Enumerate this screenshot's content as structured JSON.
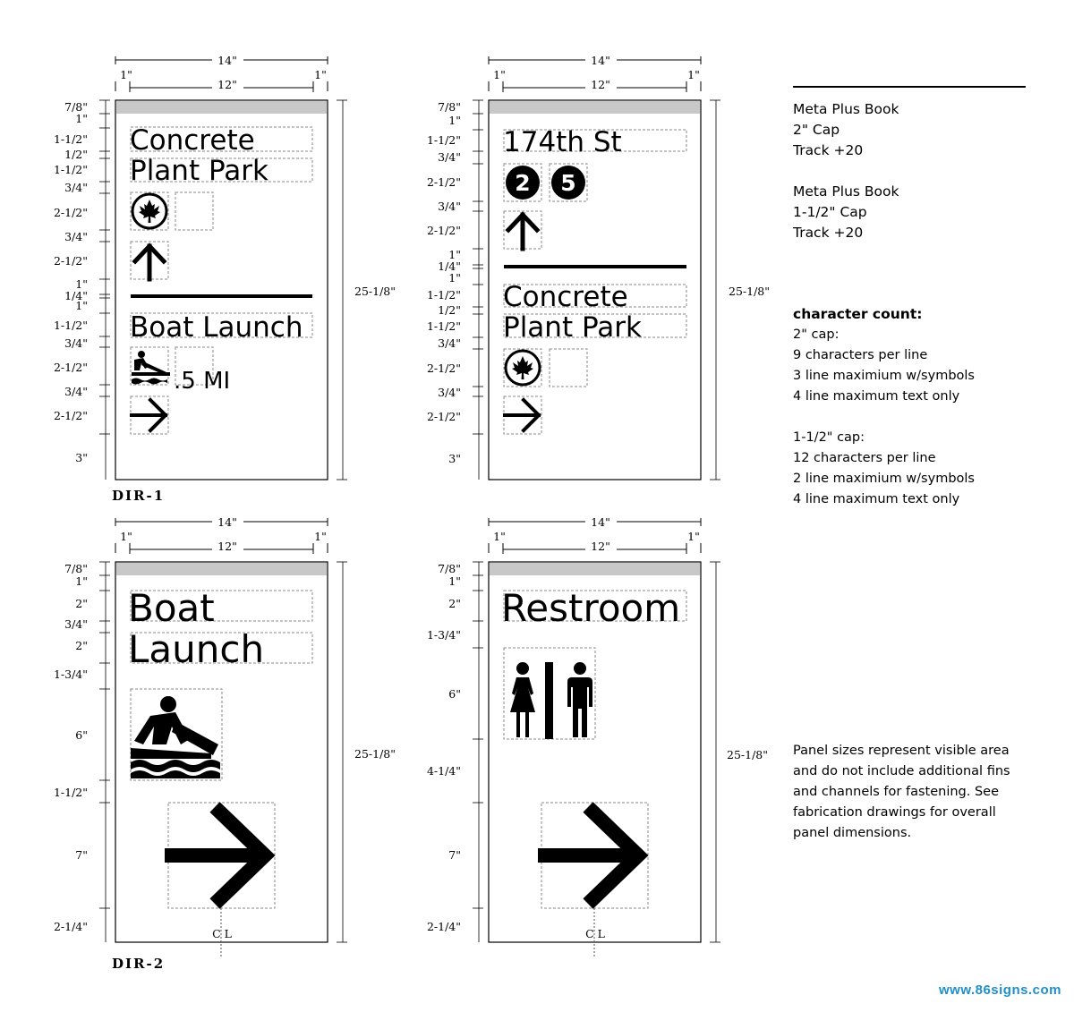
{
  "panels": {
    "p1": {
      "width_total": "14\"",
      "margin_left": "1\"",
      "margin_right": "1\"",
      "width_inner": "12\"",
      "height_total": "25-1/8\"",
      "line1": "Concrete",
      "line2": "Plant Park",
      "line3": "Boat Launch",
      "distance": ".5 MI",
      "rows": [
        "7/8\"",
        "1\"",
        "1-1/2\"",
        "1/2\"",
        "1-1/2\"",
        "3/4\"",
        "2-1/2\"",
        "3/4\"",
        "2-1/2\"",
        "1\"",
        "1/4\"",
        "1\"",
        "1-1/2\"",
        "3/4\"",
        "2-1/2\"",
        "3/4\"",
        "2-1/2\"",
        "3\""
      ],
      "code": "DIR-1"
    },
    "p2": {
      "width_total": "14\"",
      "margin_left": "1\"",
      "margin_right": "1\"",
      "width_inner": "12\"",
      "height_total": "25-1/8\"",
      "line1": "174th St",
      "route_a": "2",
      "route_b": "5",
      "line2": "Concrete",
      "line3": "Plant Park",
      "rows": [
        "7/8\"",
        "1\"",
        "1-1/2\"",
        "3/4\"",
        "2-1/2\"",
        "3/4\"",
        "2-1/2\"",
        "1\"",
        "1/4\"",
        "1\"",
        "1-1/2\"",
        "1/2\"",
        "1-1/2\"",
        "3/4\"",
        "2-1/2\"",
        "3/4\"",
        "2-1/2\"",
        "3\""
      ]
    },
    "p3": {
      "width_total": "14\"",
      "margin_left": "1\"",
      "margin_right": "1\"",
      "width_inner": "12\"",
      "height_total": "25-1/8\"",
      "line1": "Boat",
      "line2": "Launch",
      "centerline": "C L",
      "rows": [
        "7/8\"",
        "1\"",
        "2\"",
        "3/4\"",
        "2\"",
        "1-3/4\"",
        "6\"",
        "1-1/2\"",
        "7\"",
        "2-1/4\""
      ],
      "code": "DIR-2"
    },
    "p4": {
      "width_total": "14\"",
      "margin_left": "1\"",
      "margin_right": "1\"",
      "width_inner": "12\"",
      "height_total": "25-1/8\"",
      "line1": "Restroom",
      "centerline": "C L",
      "rows": [
        "7/8\"",
        "1\"",
        "2\"",
        "1-3/4\"",
        "6\"",
        "4-1/4\"",
        "7\"",
        "2-1/4\""
      ]
    }
  },
  "notes": {
    "font1": "Meta Plus Book",
    "cap1": "2\" Cap",
    "track1": "Track +20",
    "font2": "Meta Plus Book",
    "cap2": "1-1/2\" Cap",
    "track2": "Track +20",
    "count_title": "character count:",
    "count_2cap": "2\" cap:",
    "count_2cap_chars": "9 characters per line",
    "count_2cap_sym": "3 line maximium w/symbols",
    "count_2cap_text": "4 line maximum text only",
    "count_15cap": "1-1/2\" cap:",
    "count_15cap_chars": "12 characters per line",
    "count_15cap_sym": "2 line maximium w/symbols",
    "count_15cap_text": "4 line maximum text only",
    "panel_note": [
      "Panel sizes represent visible area",
      "and do not include additional fins",
      "and channels for fastening. See",
      "fabrication drawings for overall",
      "panel dimensions."
    ]
  },
  "website": "www.86signs.com",
  "colors": {
    "header_bar": "#c8c8c8",
    "guide": "#8a8a8a",
    "url": "#1f8fc8"
  },
  "icons": [
    "parks-leaf-icon",
    "boat-launch-icon",
    "arrow-up-icon",
    "arrow-right-icon",
    "subway-2-icon",
    "subway-5-icon",
    "restroom-icon"
  ]
}
